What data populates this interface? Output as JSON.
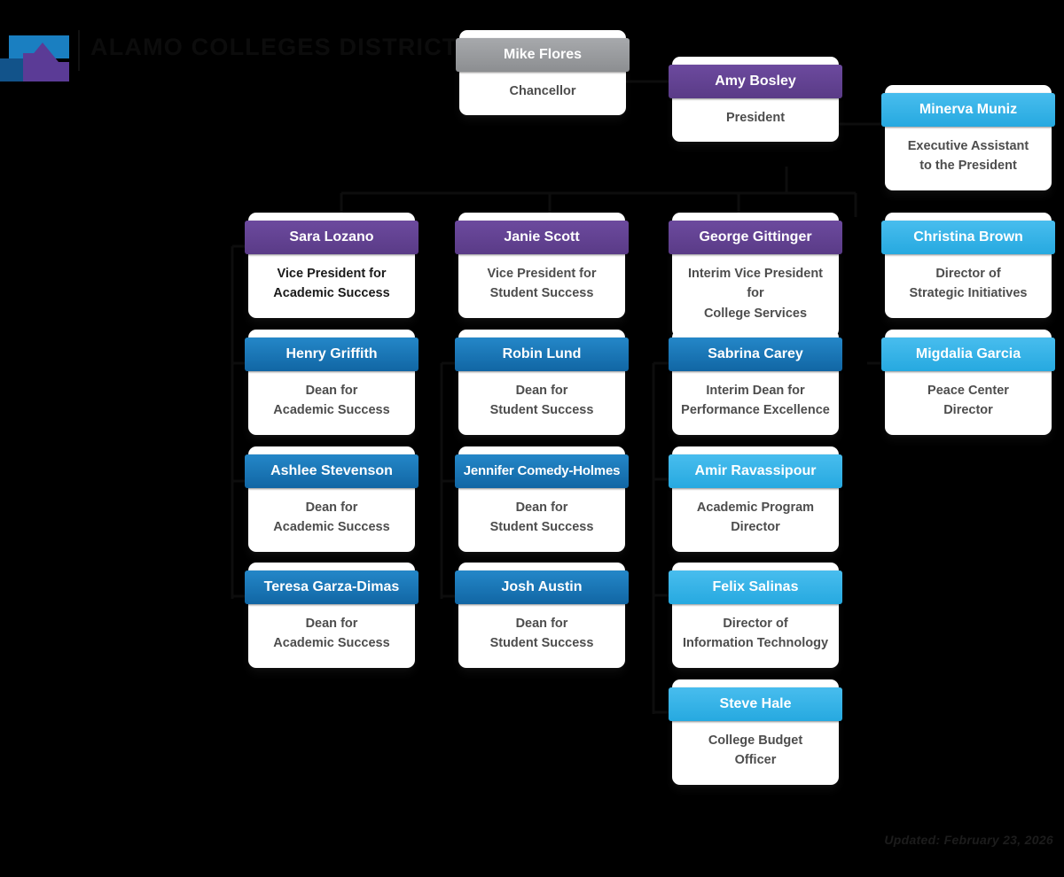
{
  "brand": {
    "title": "ALAMO COLLEGES DISTRICT",
    "logo_icon": "alamo-colleges-logo-icon"
  },
  "colors": {
    "background": "#000000",
    "gray_header": "#8c8e91",
    "purple_header": "#5a3b87",
    "cyan_header": "#26a9e0",
    "blue_header": "#1166a4",
    "card_background": "#ffffff",
    "body_text": "#4d4d4d"
  },
  "chart_data": {
    "type": "org-chart",
    "title": "ALAMO COLLEGES DISTRICT",
    "updated": "Updated: February 23, 2026",
    "nodes": [
      {
        "id": "chancellor",
        "name": "Mike Flores",
        "title": "Chancellor",
        "color": "gray",
        "row": 0,
        "col": "c1"
      },
      {
        "id": "president",
        "name": "Amy Bosley",
        "title": "President",
        "color": "purple",
        "row": 0,
        "col": "c3"
      },
      {
        "id": "exec-asst",
        "name": "Minerva Muniz",
        "title": "Executive Assistant\nto the President",
        "color": "cyan",
        "row": 0,
        "col": "c4"
      },
      {
        "id": "vp-acad",
        "name": "Sara Lozano",
        "title": "Vice President for\nAcademic Success",
        "color": "purple",
        "row": 1,
        "col": "c1"
      },
      {
        "id": "vp-stud",
        "name": "Janie Scott",
        "title": "Vice President for\nStudent Success",
        "color": "purple",
        "row": 1,
        "col": "c2"
      },
      {
        "id": "vp-coll",
        "name": "George Gittinger",
        "title": "Interim Vice President for\nCollege Services",
        "color": "purple",
        "row": 1,
        "col": "c3"
      },
      {
        "id": "dir-strat",
        "name": "Christina Brown",
        "title": "Director of\nStrategic Initiatives",
        "color": "cyan",
        "row": 1,
        "col": "c4"
      },
      {
        "id": "dean-a1",
        "name": "Henry Griffith",
        "title": "Dean for\nAcademic Success",
        "color": "blue",
        "row": 2,
        "col": "c1"
      },
      {
        "id": "dean-s1",
        "name": "Robin Lund",
        "title": "Dean for\nStudent Success",
        "color": "blue",
        "row": 2,
        "col": "c2"
      },
      {
        "id": "dean-perf",
        "name": "Sabrina Carey",
        "title": "Interim Dean for\nPerformance Excellence",
        "color": "blue",
        "row": 2,
        "col": "c3"
      },
      {
        "id": "peace-ctr",
        "name": "Migdalia Garcia",
        "title": "Peace Center\nDirector",
        "color": "cyan",
        "row": 2,
        "col": "c4"
      },
      {
        "id": "dean-a2",
        "name": "Ashlee Stevenson",
        "title": "Dean for\nAcademic Success",
        "color": "blue",
        "row": 3,
        "col": "c1"
      },
      {
        "id": "dean-s2",
        "name": "Jennifer Comedy-Holmes",
        "title": "Dean for\nStudent Success",
        "color": "blue",
        "row": 3,
        "col": "c2"
      },
      {
        "id": "acad-prog",
        "name": "Amir Ravassipour",
        "title": "Academic Program\nDirector",
        "color": "cyan",
        "row": 3,
        "col": "c3"
      },
      {
        "id": "dean-a3",
        "name": "Teresa Garza-Dimas",
        "title": "Dean for\nAcademic Success",
        "color": "blue",
        "row": 4,
        "col": "c1"
      },
      {
        "id": "dean-s3",
        "name": "Josh Austin",
        "title": "Dean for\nStudent Success",
        "color": "blue",
        "row": 4,
        "col": "c2"
      },
      {
        "id": "dir-it",
        "name": "Felix Salinas",
        "title": "Director of\nInformation Technology",
        "color": "cyan",
        "row": 4,
        "col": "c3"
      },
      {
        "id": "budget",
        "name": "Steve Hale",
        "title": "College Budget\nOfficer",
        "color": "cyan",
        "row": 5,
        "col": "c3"
      }
    ]
  },
  "cards": {
    "chancellor": {
      "name": "Mike Flores",
      "line1": "Chancellor",
      "line2": ""
    },
    "president": {
      "name": "Amy Bosley",
      "line1": "President",
      "line2": ""
    },
    "exec_asst": {
      "name": "Minerva Muniz",
      "line1": "Executive Assistant",
      "line2": "to the President"
    },
    "vp_acad": {
      "name": "Sara Lozano",
      "line1": "Vice President for",
      "line2": "Academic Success"
    },
    "vp_stud": {
      "name": "Janie Scott",
      "line1": "Vice President for",
      "line2": "Student Success"
    },
    "vp_coll": {
      "name": "George Gittinger",
      "line1": "Interim Vice President for",
      "line2": "College Services"
    },
    "dir_strat": {
      "name": "Christina Brown",
      "line1": "Director of",
      "line2": "Strategic Initiatives"
    },
    "dean_a1": {
      "name": "Henry Griffith",
      "line1": "Dean for",
      "line2": "Academic Success"
    },
    "dean_s1": {
      "name": "Robin Lund",
      "line1": "Dean for",
      "line2": "Student Success"
    },
    "dean_perf": {
      "name": "Sabrina Carey",
      "line1": "Interim Dean for",
      "line2": "Performance Excellence"
    },
    "peace_ctr": {
      "name": "Migdalia Garcia",
      "line1": "Peace Center",
      "line2": "Director"
    },
    "dean_a2": {
      "name": "Ashlee Stevenson",
      "line1": "Dean for",
      "line2": "Academic Success"
    },
    "dean_s2": {
      "name": "Jennifer Comedy-Holmes",
      "line1": "Dean for",
      "line2": "Student Success"
    },
    "acad_prog": {
      "name": "Amir Ravassipour",
      "line1": "Academic Program",
      "line2": "Director"
    },
    "dean_a3": {
      "name": "Teresa Garza-Dimas",
      "line1": "Dean for",
      "line2": "Academic Success"
    },
    "dean_s3": {
      "name": "Josh Austin",
      "line1": "Dean for",
      "line2": "Student Success"
    },
    "dir_it": {
      "name": "Felix Salinas",
      "line1": "Director of",
      "line2": "Information Technology"
    },
    "budget": {
      "name": "Steve Hale",
      "line1": "College Budget",
      "line2": "Officer"
    }
  },
  "footer": {
    "updated": "Updated: February 23, 2026"
  }
}
